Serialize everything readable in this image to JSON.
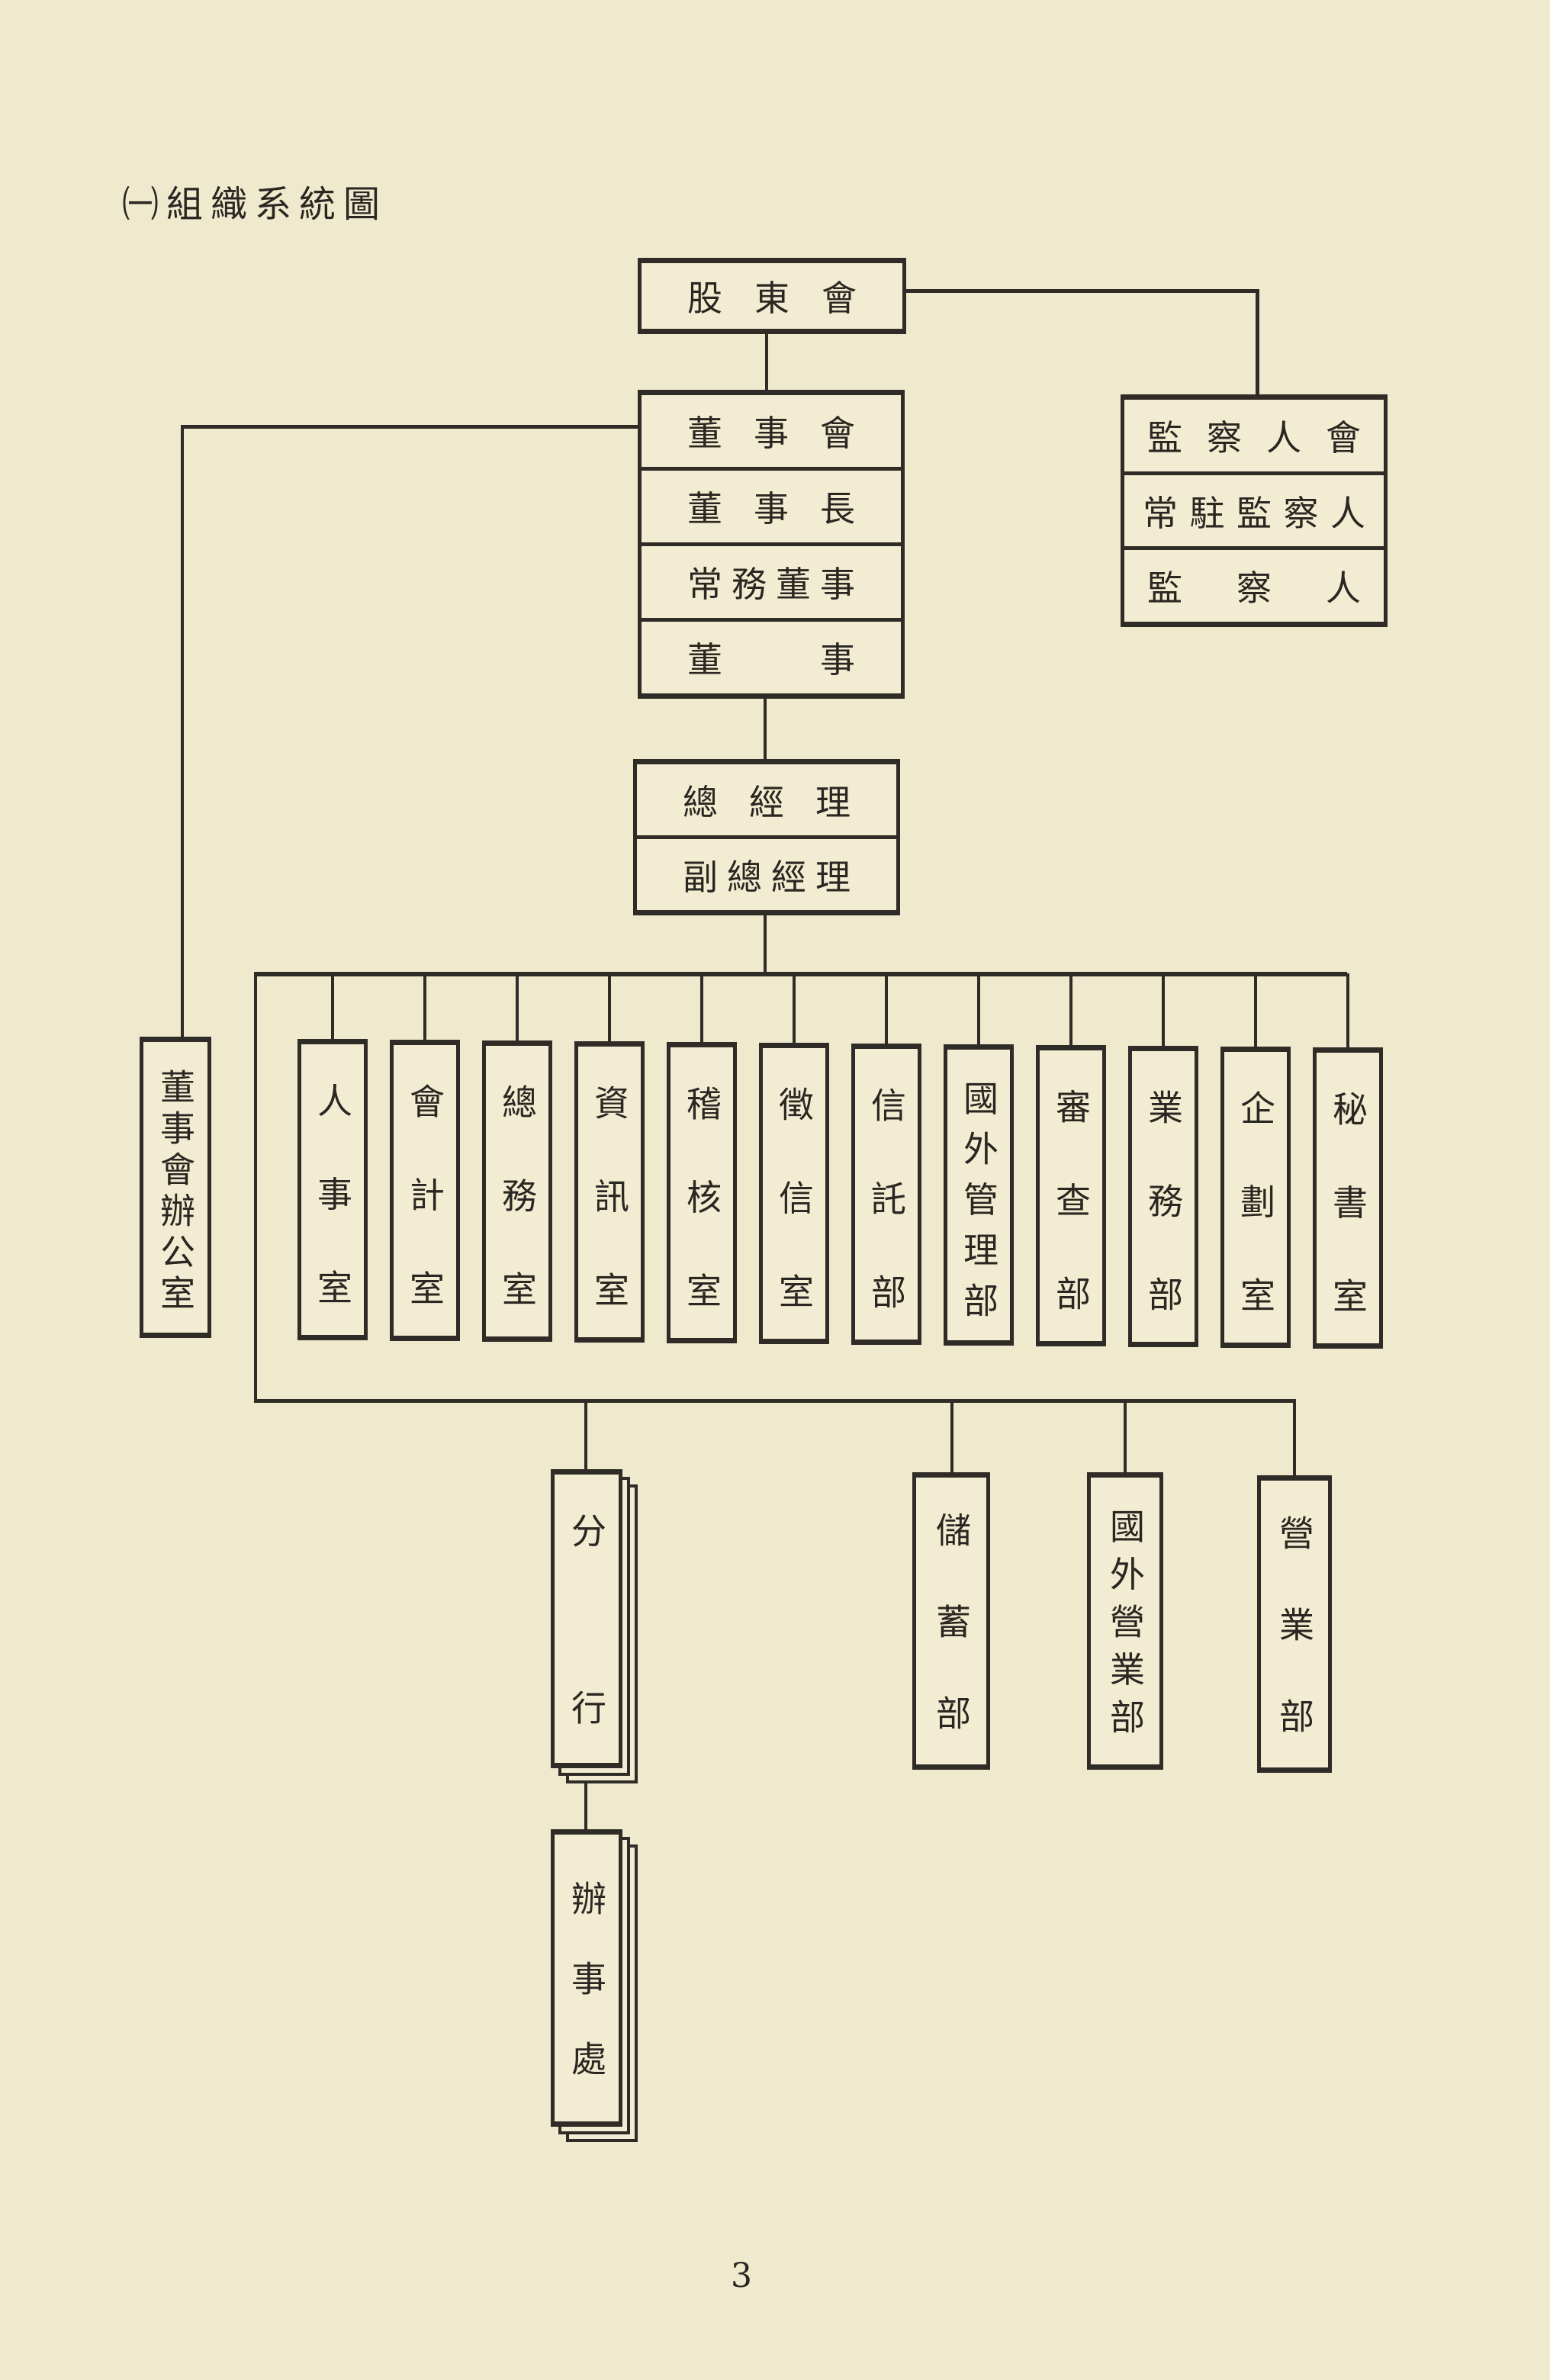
{
  "title": "㈠組織系統圖",
  "page_number": "3",
  "shareholders": "股東會",
  "supervisors": [
    "監察人會",
    "常駐監察人",
    "監察人"
  ],
  "board": [
    "董事會",
    "董事長",
    "常務董事",
    "董事"
  ],
  "management": [
    "總經理",
    "副總經理"
  ],
  "board_office": "董事會辦公室",
  "departments": [
    "人事室",
    "會計室",
    "總務室",
    "資訊室",
    "稽核室",
    "徵信室",
    "信託部",
    "國外管理部",
    "審查部",
    "業務部",
    "企劃室",
    "秘書室"
  ],
  "branches": "分行",
  "offices": "辦事處",
  "business_units": [
    "儲蓄部",
    "國外營業部",
    "營業部"
  ],
  "colors": {
    "paper": "#efeace",
    "ink": "#2f2b26"
  }
}
